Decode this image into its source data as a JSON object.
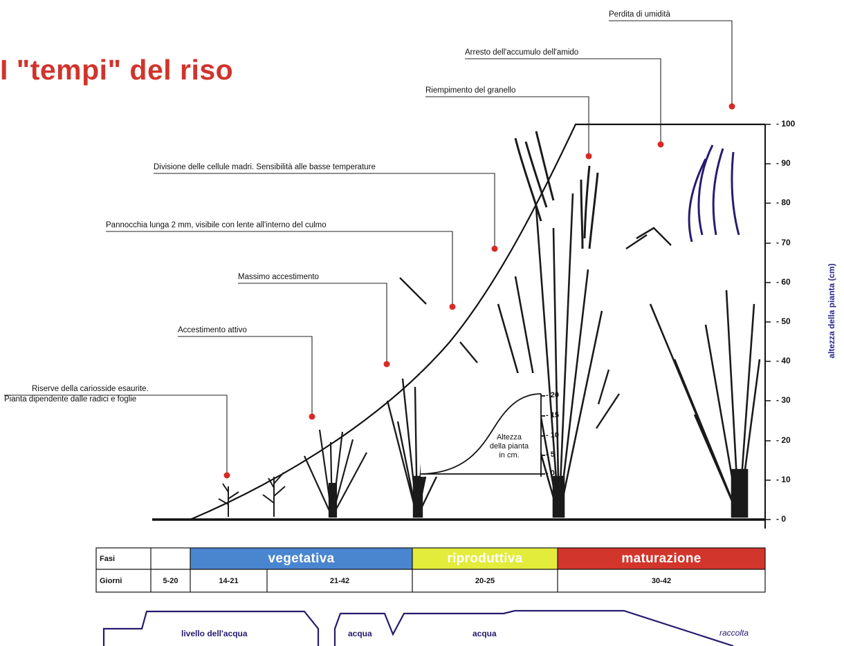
{
  "title": "I \"tempi\" del riso",
  "annotations": [
    "Perdita di umidità",
    "Arresto dell'accumulo dell'amido",
    "Riempimento del granello",
    "Divisione delle cellule madri. Sensibilità alle basse temperature",
    "Pannocchia lunga 2 mm, visibile con lente all'interno del culmo",
    "Massimo accestimento",
    "Accestimento attivo",
    "Riserve della cariosside esaurite.",
    "Pianta dipendente dalle radici e foglie"
  ],
  "axis": {
    "title": "altezza della pianta (cm)",
    "ticks": [
      "- 100",
      "- 90",
      "- 80",
      "- 70",
      "- 60",
      "- 50",
      "- 40",
      "- 30",
      "- 20",
      "- 10",
      "- 0"
    ]
  },
  "inset": {
    "label_lines": [
      "Altezza",
      "della pianta",
      "in cm."
    ],
    "ticks": [
      "- 20",
      "- 15",
      "- 10",
      "- 5",
      "- 0"
    ]
  },
  "table": {
    "row1_label": "Fasi",
    "row2_label": "Giorni",
    "phases": [
      {
        "name": "vegetativa",
        "color": "#4a86cf"
      },
      {
        "name": "riproduttiva",
        "color": "#e3ec3a"
      },
      {
        "name": "maturazione",
        "color": "#d2352c"
      }
    ],
    "days": [
      "5-20",
      "14-21",
      "21-42",
      "20-25",
      "30-42"
    ]
  },
  "water": {
    "labels": [
      "livello dell'acqua",
      "acqua",
      "acqua",
      "raccolta"
    ],
    "line_color": "#241a6e"
  },
  "colors": {
    "title": "#d0342c",
    "marker": "#d82a24",
    "axis_title": "#2a2590"
  }
}
